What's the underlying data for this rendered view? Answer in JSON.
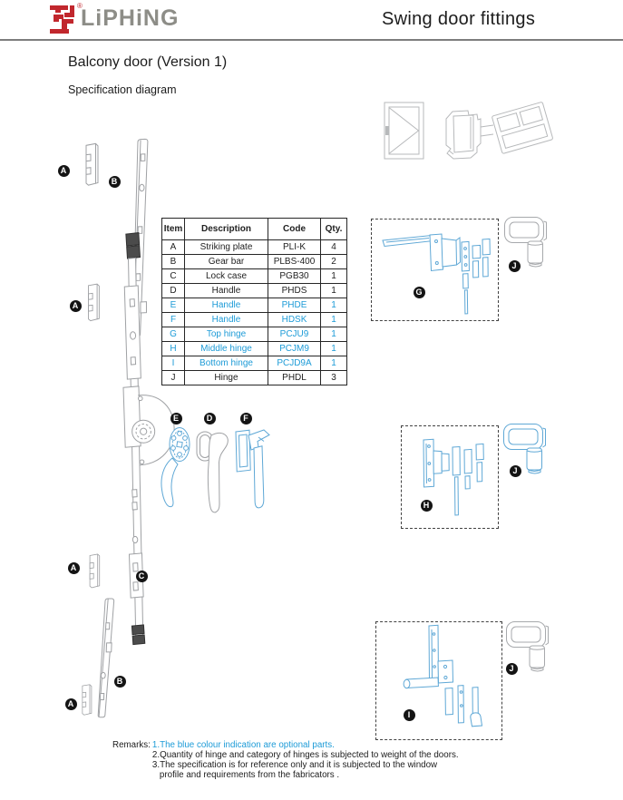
{
  "header": {
    "brand": "LiPHiNG",
    "registered_mark": "®",
    "title": "Swing door fittings"
  },
  "page": {
    "title": "Balcony door (Version 1)",
    "subtitle": "Specification diagram"
  },
  "parts_table": {
    "headers": [
      "Item",
      "Description",
      "Code",
      "Qty."
    ],
    "rows": [
      {
        "item": "A",
        "description": "Striking plate",
        "code": "PLI-K",
        "qty": "4",
        "optional": false
      },
      {
        "item": "B",
        "description": "Gear bar",
        "code": "PLBS-400",
        "qty": "2",
        "optional": false
      },
      {
        "item": "C",
        "description": "Lock case",
        "code": "PGB30",
        "qty": "1",
        "optional": false
      },
      {
        "item": "D",
        "description": "Handle",
        "code": "PHDS",
        "qty": "1",
        "optional": false
      },
      {
        "item": "E",
        "description": "Handle",
        "code": "PHDE",
        "qty": "1",
        "optional": true
      },
      {
        "item": "F",
        "description": "Handle",
        "code": "HDSK",
        "qty": "1",
        "optional": true
      },
      {
        "item": "G",
        "description": "Top hinge",
        "code": "PCJU9",
        "qty": "1",
        "optional": true
      },
      {
        "item": "H",
        "description": "Middle hinge",
        "code": "PCJM9",
        "qty": "1",
        "optional": true
      },
      {
        "item": "I",
        "description": "Bottom hinge",
        "code": "PCJD9A",
        "qty": "1",
        "optional": true
      },
      {
        "item": "J",
        "description": "Hinge",
        "code": "PHDL",
        "qty": "3",
        "optional": false
      }
    ]
  },
  "callouts": {
    "a": "A",
    "b": "B",
    "c": "C",
    "d": "D",
    "e": "E",
    "f": "F",
    "g": "G",
    "h": "H",
    "i": "I",
    "j": "J"
  },
  "remarks": {
    "label": "Remarks:",
    "lines": [
      {
        "text": "1.The blue colour indication are optional parts.",
        "highlight": true
      },
      {
        "text": "2.Quantity of hinge and category of hinges is subjected to weight of the doors.",
        "highlight": false
      },
      {
        "text": "3.The specification is for reference only and it is subjected to the window",
        "highlight": false
      },
      {
        "text": "profile and requirements from the fabricators .",
        "highlight": false
      }
    ]
  },
  "colors": {
    "optional_blue": "#1d9bd7",
    "brand_red": "#c1272d",
    "brand_gray": "#8d8d87",
    "drawing_gray": "#9fa1a4",
    "drawing_blue": "#5fa8d6"
  }
}
